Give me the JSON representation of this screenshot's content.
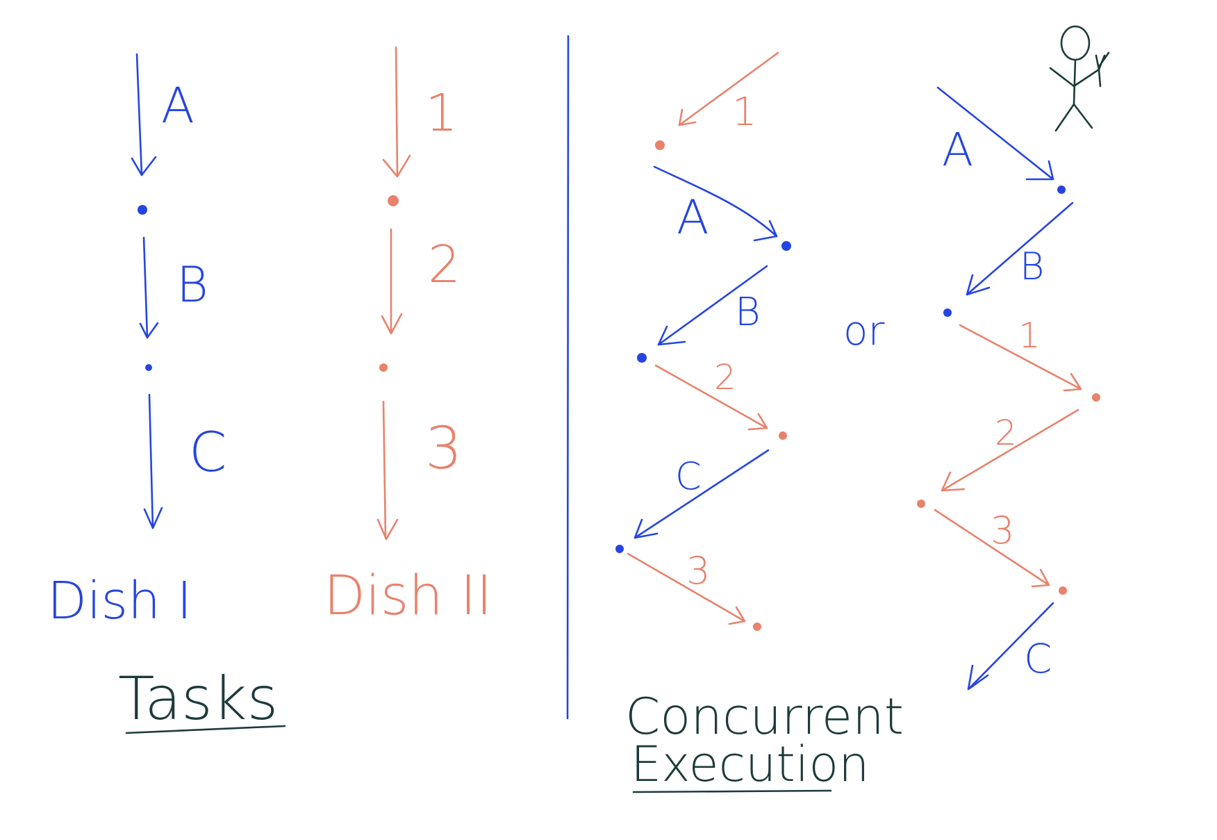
{
  "colors": {
    "task_a": "#2545e0",
    "task_b": "#e8826c",
    "ink": "#1d3a3a"
  },
  "dish1": {
    "steps": [
      "A",
      "B",
      "C"
    ],
    "label": "Dish I"
  },
  "dish2": {
    "steps": [
      "1",
      "2",
      "3"
    ],
    "label": "Dish II"
  },
  "tasks_label": "Tasks",
  "concurrent": {
    "seq1": [
      "1",
      "A",
      "B",
      "2",
      "C",
      "3"
    ],
    "seq2": [
      "A",
      "B",
      "1",
      "2",
      "3",
      "C"
    ],
    "or_label": "or",
    "title_line1": "Concurrent",
    "title_line2": "Execution"
  },
  "icons": [
    "stick-figure-icon"
  ]
}
